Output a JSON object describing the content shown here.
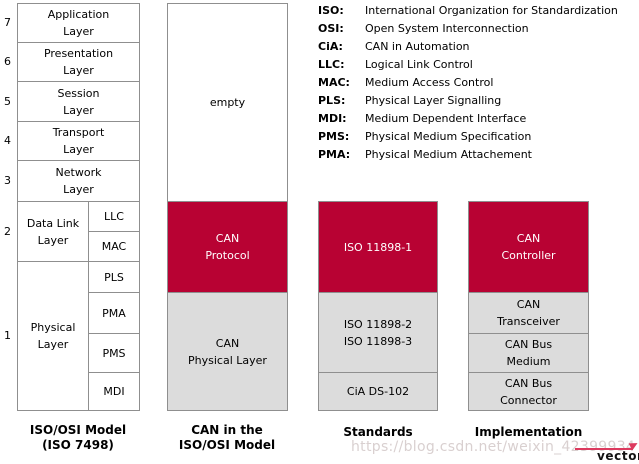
{
  "colors": {
    "accent_red": "#b80233",
    "box_gray": "#dcdcdc",
    "border_gray": "#8f8f8f",
    "logo_red": "#dc3a5e"
  },
  "osi": {
    "numbers": [
      "7",
      "6",
      "5",
      "4",
      "3",
      "2",
      "1"
    ],
    "layers": [
      {
        "lines": [
          "Application",
          "Layer"
        ]
      },
      {
        "lines": [
          "Presentation",
          "Layer"
        ]
      },
      {
        "lines": [
          "Session",
          "Layer"
        ]
      },
      {
        "lines": [
          "Transport",
          "Layer"
        ]
      },
      {
        "lines": [
          "Network",
          "Layer"
        ]
      }
    ],
    "datalink": {
      "lines": [
        "Data Link",
        "Layer"
      ],
      "subs": [
        "LLC",
        "MAC"
      ]
    },
    "physical": {
      "lines": [
        "Physical",
        "Layer"
      ],
      "subs": [
        "PLS",
        "PMA",
        "PMS",
        "MDI"
      ]
    },
    "caption": [
      "ISO/OSI Model",
      "(ISO 7498)"
    ]
  },
  "can": {
    "caption": [
      "CAN in the",
      "ISO/OSI Model"
    ],
    "empty": "empty",
    "protocol": [
      "CAN",
      "Protocol"
    ],
    "physical": [
      "CAN",
      "Physical Layer"
    ]
  },
  "standards": {
    "caption": "Standards",
    "iso11898_1": "ISO 11898-1",
    "iso11898_23": [
      "ISO 11898-2",
      "ISO 11898-3"
    ],
    "cia": "CiA DS-102"
  },
  "implementation": {
    "caption": "Implementation",
    "controller": [
      "CAN",
      "Controller"
    ],
    "transceiver": [
      "CAN",
      "Transceiver"
    ],
    "medium": [
      "CAN Bus",
      "Medium"
    ],
    "connector": [
      "CAN Bus",
      "Connector"
    ]
  },
  "legend": {
    "items": [
      {
        "abbr": "ISO:",
        "text": "International Organization for Standardization"
      },
      {
        "abbr": "OSI:",
        "text": "Open System Interconnection"
      },
      {
        "abbr": "CiA:",
        "text": "CAN in Automation"
      },
      {
        "abbr": "LLC:",
        "text": "Logical Link Control"
      },
      {
        "abbr": "MAC:",
        "text": "Medium Access Control"
      },
      {
        "abbr": "PLS:",
        "text": "Physical Layer Signalling"
      },
      {
        "abbr": "MDI:",
        "text": "Medium Dependent Interface"
      },
      {
        "abbr": "PMS:",
        "text": "Physical Medium Specification"
      },
      {
        "abbr": "PMA:",
        "text": "Physical Medium Attachement"
      }
    ]
  },
  "watermark": {
    "text": "https://blog.csdn.net/weixin_42399934"
  },
  "logo": {
    "text": "vector"
  }
}
